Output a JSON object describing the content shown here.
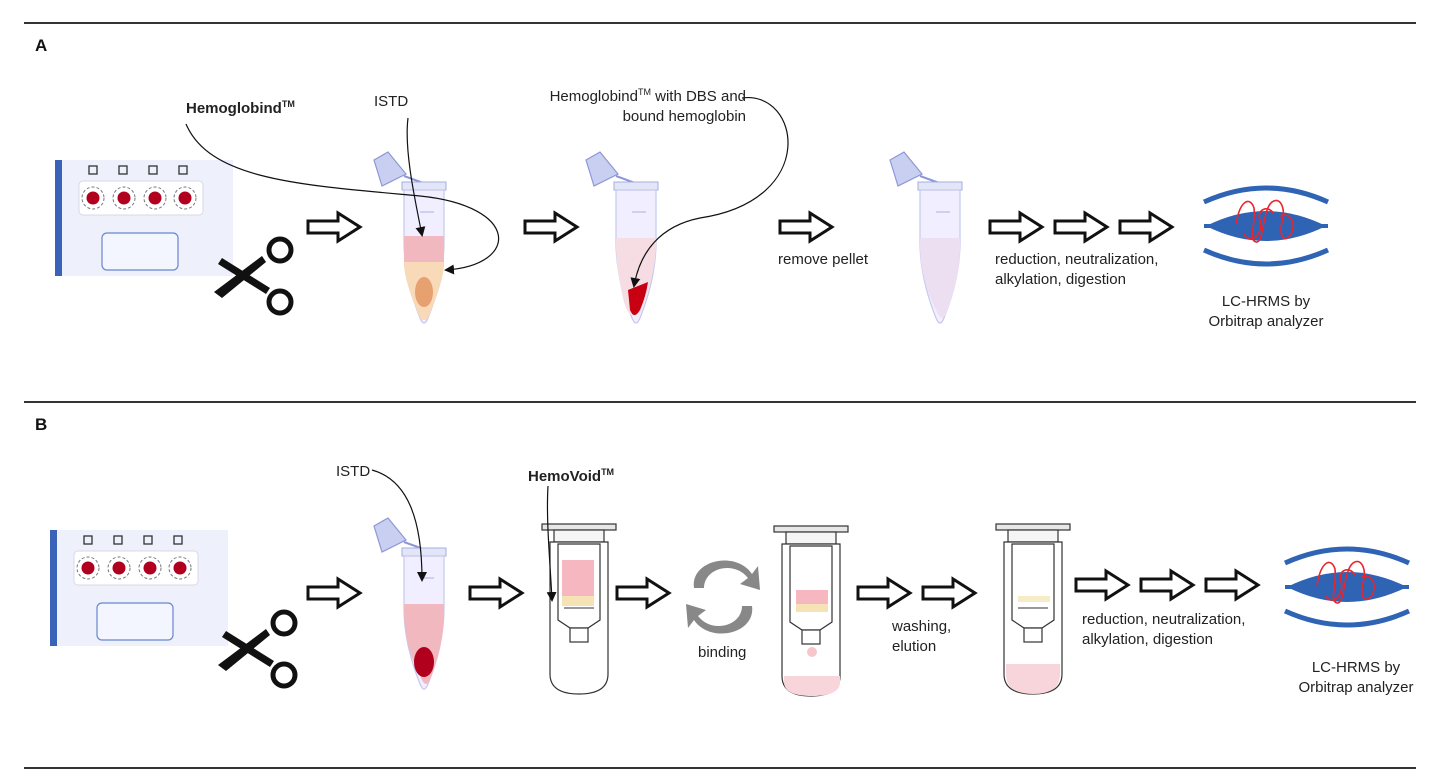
{
  "panel_a": {
    "letter": "A",
    "hemoglobind_label": "Hemoglobind",
    "tm": "TM",
    "istd_label": "ISTD",
    "bound_label_line1": "Hemoglobind",
    "bound_label_line1_rest": " with DBS and",
    "bound_label_line2": "bound  hemoglobin",
    "remove_pellet": "remove pellet",
    "steps_line1": "reduction, neutralization,",
    "steps_line2": "alkylation, digestion",
    "analyzer_line1": "LC-HRMS by",
    "analyzer_line2": "Orbitrap analyzer"
  },
  "panel_b": {
    "letter": "B",
    "istd_label": "ISTD",
    "hemovoid_label": "HemoVoid",
    "tm": "TM",
    "binding": "binding",
    "washing_line1": "washing,",
    "washing_line2": "elution",
    "steps_line1": "reduction, neutralization,",
    "steps_line2": "alkylation, digestion",
    "analyzer_line1": "LC-HRMS by",
    "analyzer_line2": "Orbitrap analyzer"
  },
  "colors": {
    "card_blue": "#3a62b8",
    "card_bg": "#eef0fb",
    "blood_red": "#b0001e",
    "sample_pink": "#f2b8bf",
    "lid_purple": "#a9b4e8",
    "pellet_orange": "#e7a06f",
    "protein_blue": "#2f64b4",
    "protein_red": "#e8262e"
  },
  "icons": [
    "dbs-card-icon",
    "scissors-icon",
    "tube-icon",
    "spin-column-icon",
    "cycle-arrows-icon",
    "hollow-arrow-icon",
    "protein-structure-icon"
  ]
}
